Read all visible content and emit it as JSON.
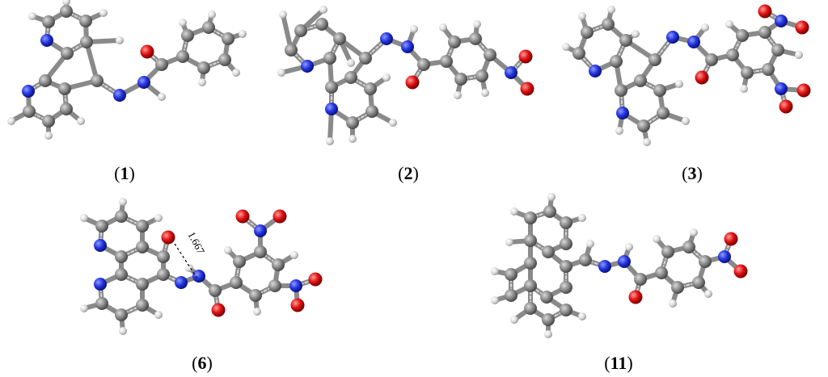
{
  "colors": {
    "carbon": "#808080",
    "hydrogen": "#e6e6e6",
    "nitrogen": "#1f2fd8",
    "oxygen": "#e01010",
    "bond": "#8a8a8a",
    "background": "#ffffff"
  },
  "structures": [
    {
      "id": "1",
      "label_open": "(",
      "label_num": "1",
      "label_close": ")"
    },
    {
      "id": "2",
      "label_open": "(",
      "label_num": "2",
      "label_close": ")"
    },
    {
      "id": "3",
      "label_open": "(",
      "label_num": "3",
      "label_close": ")"
    },
    {
      "id": "6",
      "label_open": "(",
      "label_num": "6",
      "label_close": ")",
      "hbond_length": "1.667"
    },
    {
      "id": "11",
      "label_open": "(",
      "label_num": "11",
      "label_close": ")"
    }
  ]
}
